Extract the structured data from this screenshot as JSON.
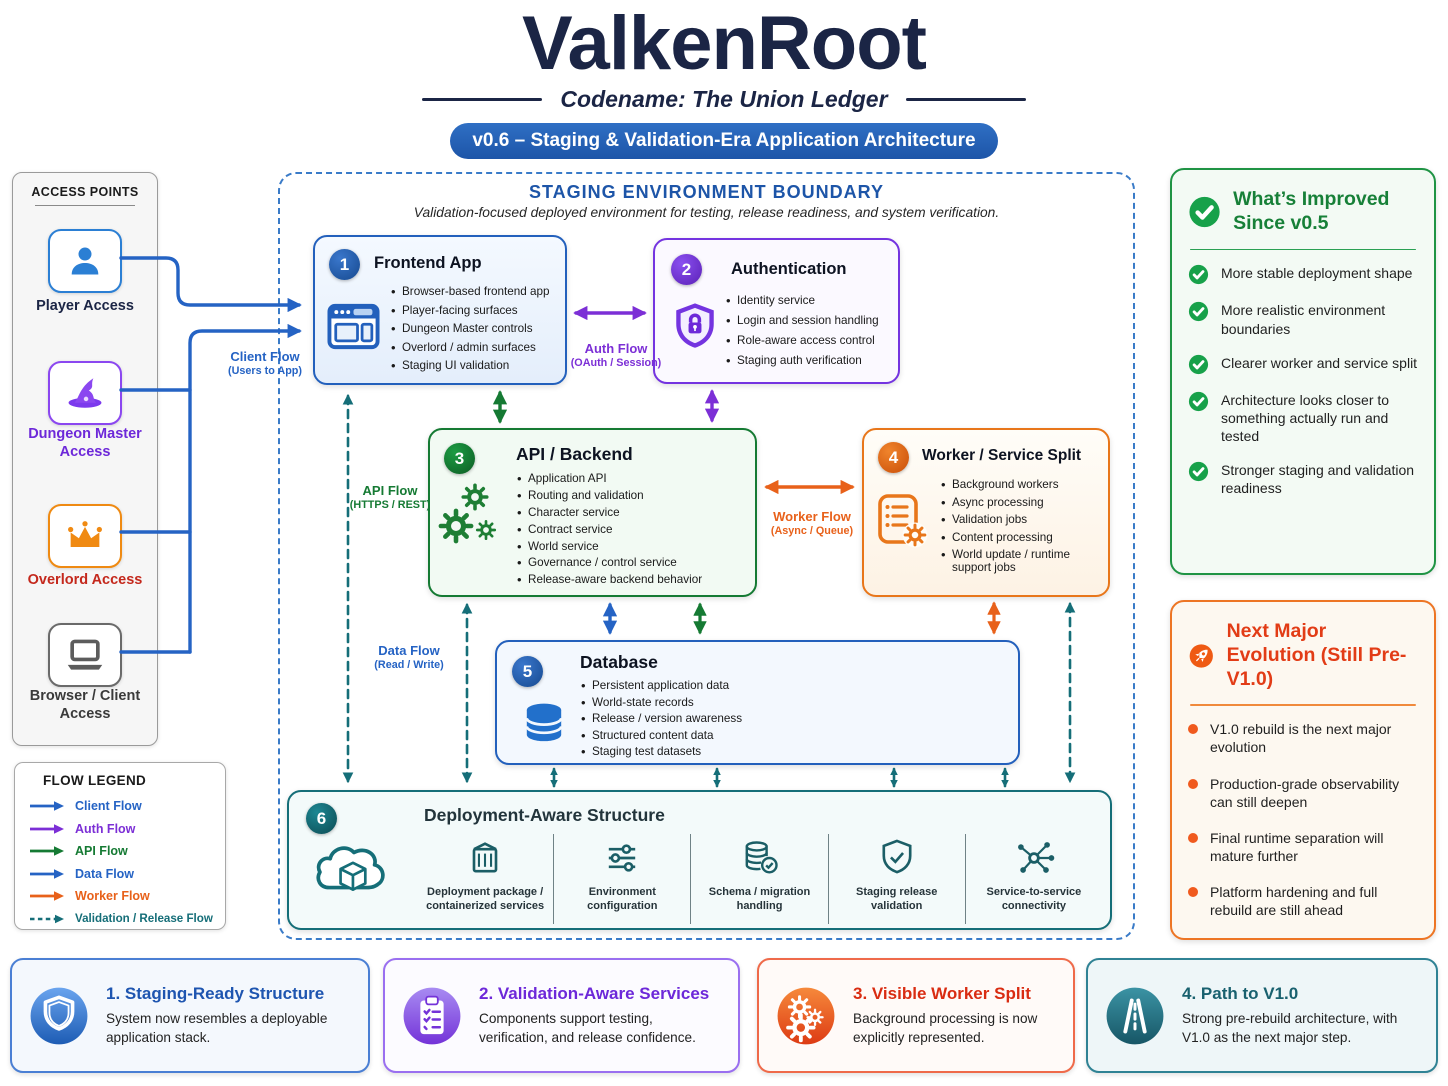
{
  "header": {
    "title": "ValkenRoot",
    "codename": "Codename: The Union Ledger",
    "version_badge": "v0.6 – Staging & Validation-Era Application Architecture"
  },
  "access_points": {
    "title": "ACCESS POINTS",
    "items": [
      {
        "label": "Player Access",
        "icon": "person-icon",
        "color": "#1b2545"
      },
      {
        "label": "Dungeon Master Access",
        "icon": "wizard-hat-icon",
        "color": "#6d28d9"
      },
      {
        "label": "Overlord Access",
        "icon": "crown-icon",
        "color": "#c4281c"
      },
      {
        "label": "Browser / Client Access",
        "icon": "laptop-icon",
        "color": "#3a3a3a"
      }
    ]
  },
  "flow_legend": {
    "title": "FLOW LEGEND",
    "items": [
      {
        "label": "Client Flow",
        "color": "#2563c4",
        "style": "solid"
      },
      {
        "label": "Auth Flow",
        "color": "#7c2fd6",
        "style": "solid"
      },
      {
        "label": "API Flow",
        "color": "#157a33",
        "style": "solid"
      },
      {
        "label": "Data Flow",
        "color": "#2563c4",
        "style": "solid"
      },
      {
        "label": "Worker Flow",
        "color": "#e8611a",
        "style": "solid"
      },
      {
        "label": "Validation / Release Flow",
        "color": "#156e78",
        "style": "dashed"
      }
    ]
  },
  "boundary": {
    "title": "STAGING ENVIRONMENT BOUNDARY",
    "subtitle": "Validation-focused deployed environment for testing, release readiness, and system verification."
  },
  "nodes": [
    {
      "number": "1",
      "title": "Frontend App",
      "bullets": [
        "Browser-based frontend app",
        "Player-facing surfaces",
        "Dungeon Master controls",
        "Overlord / admin surfaces",
        "Staging UI validation"
      ]
    },
    {
      "number": "2",
      "title": "Authentication",
      "bullets": [
        "Identity service",
        "Login and session handling",
        "Role-aware access control",
        "Staging auth verification"
      ]
    },
    {
      "number": "3",
      "title": "API / Backend",
      "bullets": [
        "Application API",
        "Routing and validation",
        "Character service",
        "Contract service",
        "World service",
        "Governance / control service",
        "Release-aware backend behavior"
      ]
    },
    {
      "number": "4",
      "title": "Worker / Service Split",
      "bullets": [
        "Background workers",
        "Async processing",
        "Validation jobs",
        "Content processing",
        "World update / runtime support jobs"
      ]
    },
    {
      "number": "5",
      "title": "Database",
      "bullets": [
        "Persistent application data",
        "World-state records",
        "Release / version awareness",
        "Structured content data",
        "Staging test datasets"
      ]
    },
    {
      "number": "6",
      "title": "Deployment-Aware Structure",
      "items": [
        {
          "label": "Deployment package / containerized services",
          "icon": "container-icon"
        },
        {
          "label": "Environment configuration",
          "icon": "sliders-icon"
        },
        {
          "label": "Schema / migration handling",
          "icon": "schema-migration-icon"
        },
        {
          "label": "Staging release validation",
          "icon": "shield-check-icon"
        },
        {
          "label": "Service-to-service connectivity",
          "icon": "network-icon"
        }
      ]
    }
  ],
  "flow_labels": {
    "client": {
      "title": "Client Flow",
      "sub": "(Users to App)"
    },
    "auth": {
      "title": "Auth Flow",
      "sub": "(OAuth / Session)"
    },
    "api": {
      "title": "API Flow",
      "sub": "(HTTPS / REST)"
    },
    "worker": {
      "title": "Worker Flow",
      "sub": "(Async / Queue)"
    },
    "data": {
      "title": "Data Flow",
      "sub": "(Read / Write)"
    }
  },
  "improved_panel": {
    "title": "What’s Improved Since v0.5",
    "items": [
      "More stable deployment shape",
      "More realistic environment boundaries",
      "Clearer worker and service split",
      "Architecture looks closer to something actually run and tested",
      "Stronger staging and validation readiness"
    ]
  },
  "evolution_panel": {
    "title": "Next Major Evolution (Still Pre-V1.0)",
    "items": [
      "V1.0 rebuild is the next major evolution",
      "Production-grade observability can still deepen",
      "Final runtime separation will mature further",
      "Platform hardening and full rebuild are still ahead"
    ]
  },
  "bottom_cards": [
    {
      "title": "1. Staging-Ready Structure",
      "text": "System now resembles a deployable application stack.",
      "icon": "shield-icon"
    },
    {
      "title": "2. Validation-Aware Services",
      "text": "Components support testing, verification, and release confidence.",
      "icon": "clipboard-icon"
    },
    {
      "title": "3. Visible Worker Split",
      "text": "Background processing is now explicitly represented.",
      "icon": "gears-icon"
    },
    {
      "title": "4. Path to V1.0",
      "text": "Strong pre-rebuild architecture, with V1.0 as the next major step.",
      "icon": "road-icon"
    }
  ],
  "colors": {
    "brand_navy": "#1b2545",
    "badge_blue": "#2767b8",
    "client_flow": "#2563c4",
    "auth_flow": "#7c2fd6",
    "api_flow": "#157a33",
    "data_flow": "#2563c4",
    "worker_flow": "#e8611a",
    "validation_flow": "#156e78",
    "improved_green": "#1f9344",
    "evolution_orange": "#ed7524"
  }
}
